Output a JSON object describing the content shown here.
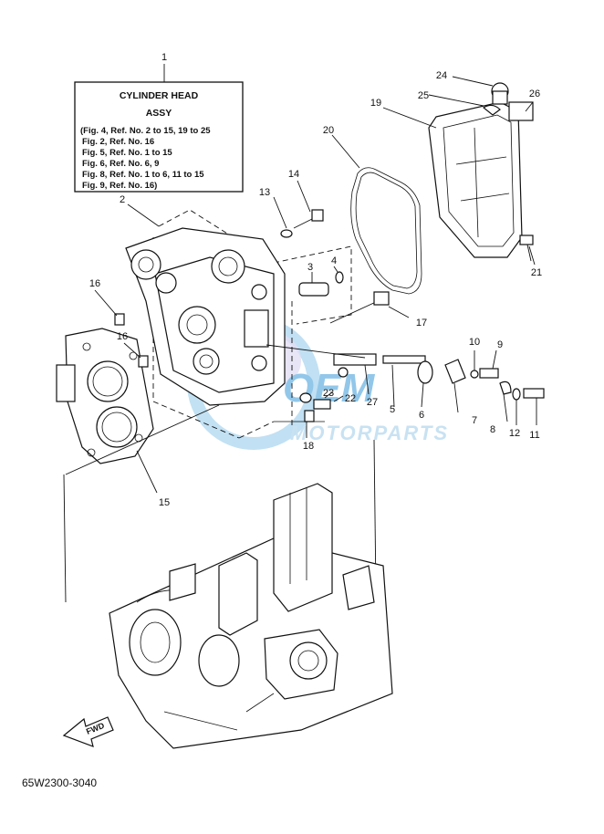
{
  "diagram_code": "65W2300-3040",
  "info_box": {
    "ref": "1",
    "title_line1": "CYLINDER HEAD",
    "title_line2": "ASSY",
    "lines": [
      "(Fig. 4, Ref. No. 2 to 15, 19 to 25",
      "Fig. 2, Ref. No. 16",
      "Fig. 5, Ref. No. 1 to 15",
      "Fig. 6, Ref. No. 6, 9",
      "Fig. 8, Ref. No. 1 to 6, 11 to 15",
      "Fig. 9, Ref. No. 16)"
    ]
  },
  "fwd_label": "FWD",
  "watermark": {
    "main": "OEM",
    "sub": "MOTORPARTS"
  },
  "callouts": {
    "c2": "2",
    "c3": "3",
    "c4": "4",
    "c5": "5",
    "c6": "6",
    "c7": "7",
    "c8": "8",
    "c9": "9",
    "c10": "10",
    "c11": "11",
    "c12": "12",
    "c13": "13",
    "c14": "14",
    "c15": "15",
    "c16a": "16",
    "c16b": "16",
    "c17": "17",
    "c18": "18",
    "c19": "19",
    "c20": "20",
    "c21": "21",
    "c22": "22",
    "c23": "23",
    "c24": "24",
    "c25": "25",
    "c26": "26",
    "c27": "27"
  }
}
